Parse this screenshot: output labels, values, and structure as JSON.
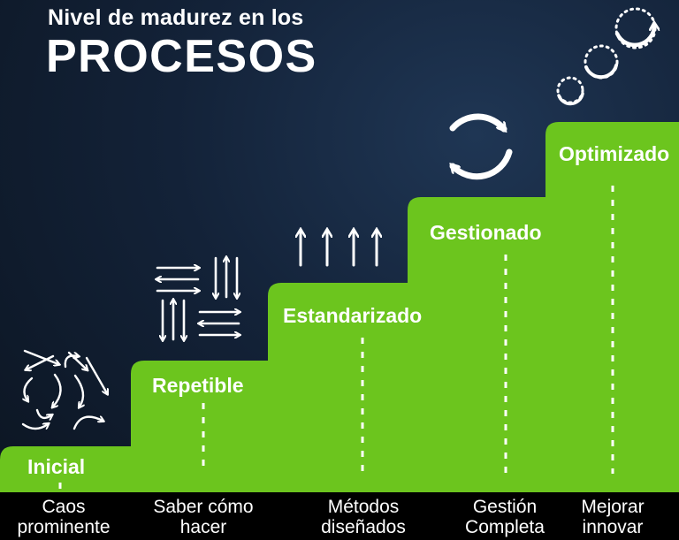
{
  "header": {
    "subtitle": "Nivel de madurez en los",
    "title": "PROCESOS"
  },
  "colors": {
    "step_green": "#6cc51e",
    "background_dark": "#0f1b2b",
    "bottom_bar": "#000000",
    "text": "#ffffff"
  },
  "levels": [
    {
      "name": "Inicial",
      "description": [
        "Caos",
        "prominente"
      ],
      "icon": "chaotic-arrows-icon"
    },
    {
      "name": "Repetible",
      "description": [
        "Saber cómo",
        "hacer"
      ],
      "icon": "swap-arrows-icon"
    },
    {
      "name": "Estandarizado",
      "description": [
        "Métodos",
        "diseñados"
      ],
      "icon": "up-arrows-icon"
    },
    {
      "name": "Gestionado",
      "description": [
        "Gestión",
        "Completa"
      ],
      "icon": "cycle-arrows-icon"
    },
    {
      "name": "Optimizado",
      "description": [
        "Mejorar",
        "innovar"
      ],
      "icon": "improving-cycles-icon"
    }
  ]
}
